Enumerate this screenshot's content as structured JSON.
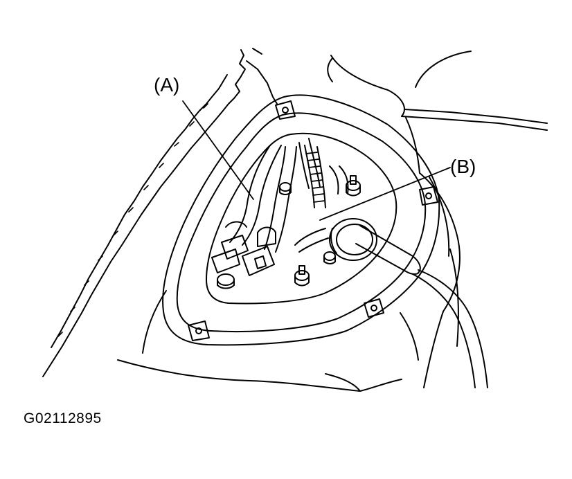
{
  "diagram": {
    "callouts": [
      {
        "id": "A",
        "label": "(A)"
      },
      {
        "id": "B",
        "label": "(B)"
      }
    ],
    "figure_id": "G02112895"
  },
  "colors": {
    "ink": "#000000",
    "paper": "#ffffff"
  }
}
